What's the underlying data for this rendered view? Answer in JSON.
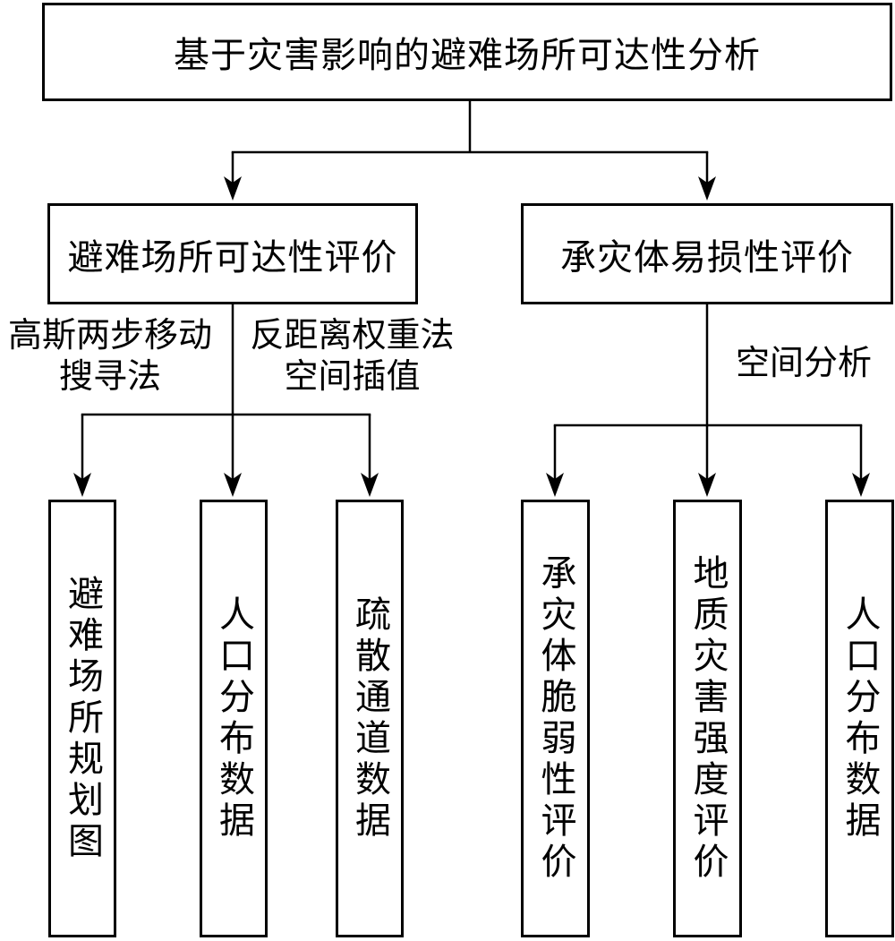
{
  "diagram": {
    "root": {
      "label": "基于灾害影响的避难场所可达性分析"
    },
    "level2": {
      "left": {
        "label": "避难场所可达性评价"
      },
      "right": {
        "label": "承灾体易损性评价"
      }
    },
    "edge_labels": {
      "gauss_line1": "高斯两步移动",
      "gauss_line2": "搜寻法",
      "idw_line1": "反距离权重法",
      "idw_line2": "空间插值",
      "spatial": "空间分析"
    },
    "leaves_left": [
      "避难场所规划图",
      "人口分布数据",
      "疏散通道数据"
    ],
    "leaves_right": [
      "承灾体脆弱性评价",
      "地质灾害强度评价",
      "人口分布数据"
    ],
    "colors": {
      "background": "#ffffff",
      "line": "#000000",
      "box_border": "#000000",
      "text": "#000000"
    }
  }
}
